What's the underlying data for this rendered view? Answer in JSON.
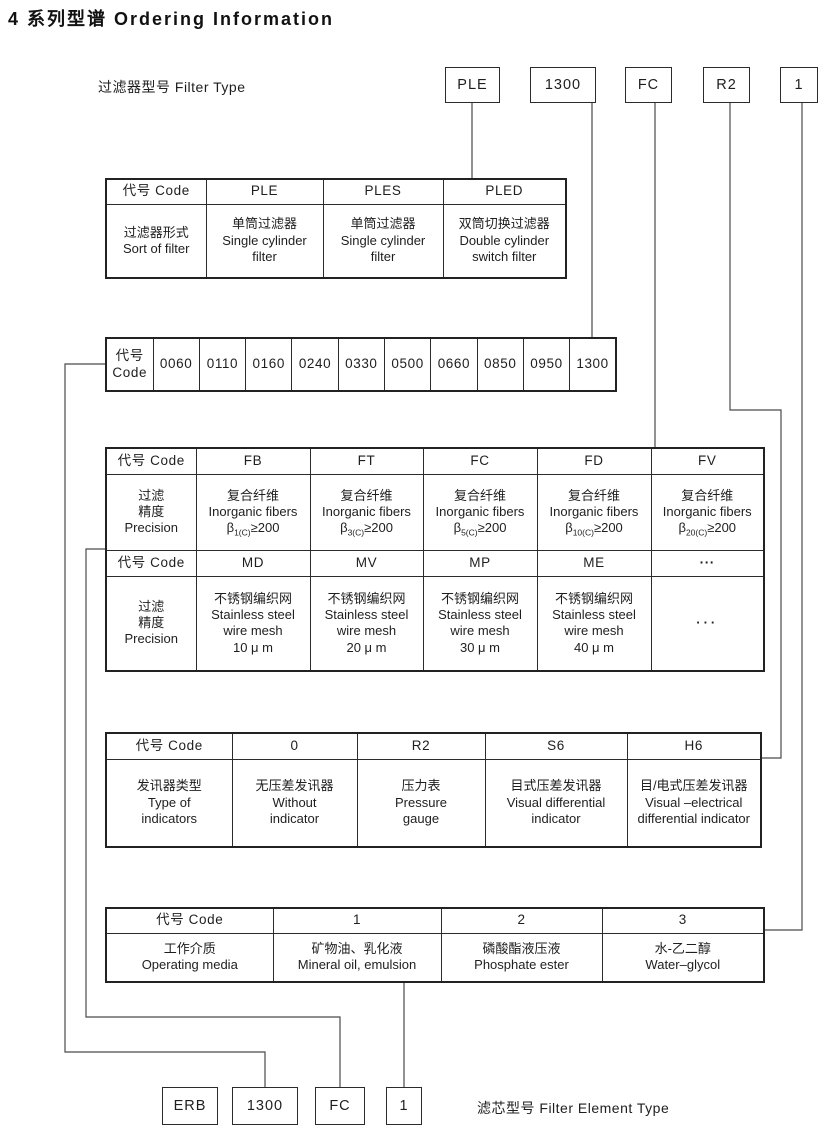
{
  "page": {
    "title": "4 系列型谱 Ordering Information",
    "filter_type_label": "过滤器型号 Filter Type",
    "filter_element_label": "滤芯型号 Filter Element Type"
  },
  "colors": {
    "ink": "#1e1e1e",
    "wire": "#4a4a4a",
    "background": "#ffffff"
  },
  "top_boxes": [
    "PLE",
    "1300",
    "FC",
    "R2",
    "1"
  ],
  "bottom_boxes": [
    "ERB",
    "1300",
    "FC",
    "1"
  ],
  "tables": {
    "filter_sort": {
      "code_header": "代号 Code",
      "codes": [
        "PLE",
        "PLES",
        "PLED"
      ],
      "row_label": "过滤器形式\nSort of filter",
      "cells": [
        "单筒过滤器\nSingle cylinder\nfilter",
        "单筒过滤器\nSingle cylinder\nfilter",
        "双筒切换过滤器\nDouble cylinder\nswitch filter"
      ]
    },
    "size": {
      "code_header": "代号\nCode",
      "codes": [
        "0060",
        "0110",
        "0160",
        "0240",
        "0330",
        "0500",
        "0660",
        "0850",
        "0950",
        "1300"
      ]
    },
    "precision_fiber": {
      "code_header": "代号 Code",
      "codes": [
        "FB",
        "FT",
        "FC",
        "FD",
        "FV"
      ],
      "row_label": "过滤\n精度\nPrecision",
      "cells_html": [
        "复合纤维<br>Inorganic fibers<br>β<sub>1(C)</sub>≥200",
        "复合纤维<br>Inorganic fibers<br>β<sub>3(C)</sub>≥200",
        "复合纤维<br>Inorganic fibers<br>β<sub>5(C)</sub>≥200",
        "复合纤维<br>Inorganic fibers<br>β<sub>10(C)</sub>≥200",
        "复合纤维<br>Inorganic fibers<br>β<sub>20(C)</sub>≥200"
      ]
    },
    "precision_mesh": {
      "code_header": "代号 Code",
      "codes": [
        "MD",
        "MV",
        "MP",
        "ME",
        "···"
      ],
      "row_label": "过滤\n精度\nPrecision",
      "cells": [
        "不锈钢编织网\nStainless steel\nwire mesh\n10 μ m",
        "不锈钢编织网\nStainless steel\nwire mesh\n20 μ m",
        "不锈钢编织网\nStainless steel\nwire mesh\n30 μ m",
        "不锈钢编织网\nStainless steel\nwire mesh\n40 μ m",
        "···"
      ]
    },
    "indicator": {
      "code_header": "代号 Code",
      "codes": [
        "0",
        "R2",
        "S6",
        "H6"
      ],
      "row_label": "发讯器类型\nType of\nindicators",
      "cells": [
        "无压差发讯器\nWithout\nindicator",
        "压力表\nPressure\ngauge",
        "目式压差发讯器\nVisual differential\nindicator",
        "目/电式压差发讯器\nVisual –electrical\ndifferential indicator"
      ]
    },
    "media": {
      "code_header": "代号 Code",
      "codes": [
        "1",
        "2",
        "3"
      ],
      "row_label": "工作介质\nOperating media",
      "cells": [
        "矿物油、乳化液\nMineral oil, emulsion",
        "磷酸酯液压液\nPhosphate ester",
        "水-乙二醇\nWater–glycol"
      ]
    }
  }
}
